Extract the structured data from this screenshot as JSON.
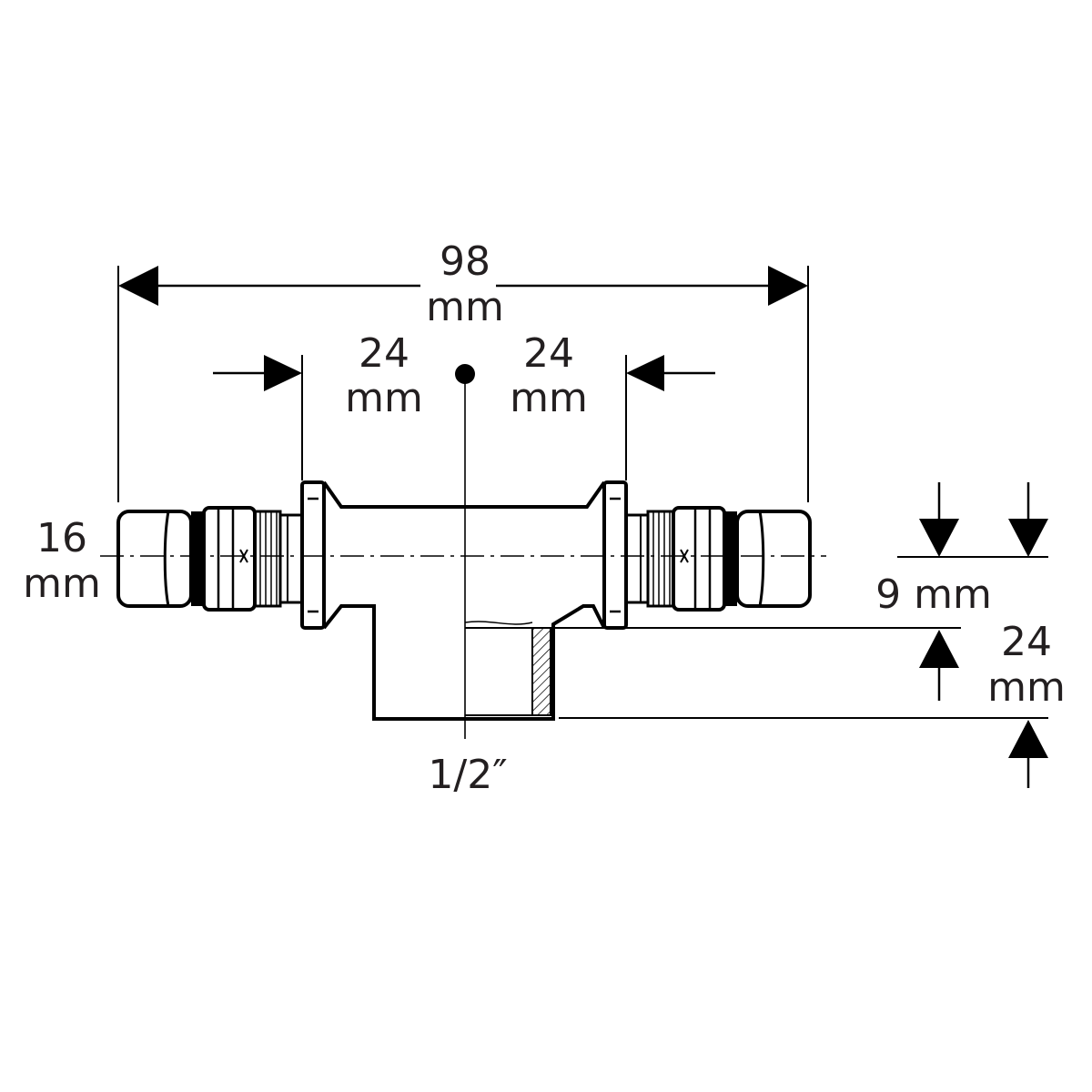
{
  "dimensions": {
    "overall_length": {
      "value": "98",
      "unit": "mm"
    },
    "left_insertion": {
      "value": "24",
      "unit": "mm"
    },
    "right_insertion": {
      "value": "24",
      "unit": "mm"
    },
    "pipe_diameter": {
      "value": "16",
      "unit": "mm"
    },
    "branch_offset": {
      "label": "9 mm"
    },
    "branch_depth": {
      "value": "24",
      "unit": "mm"
    },
    "thread_size": {
      "label": "1/2″"
    }
  }
}
